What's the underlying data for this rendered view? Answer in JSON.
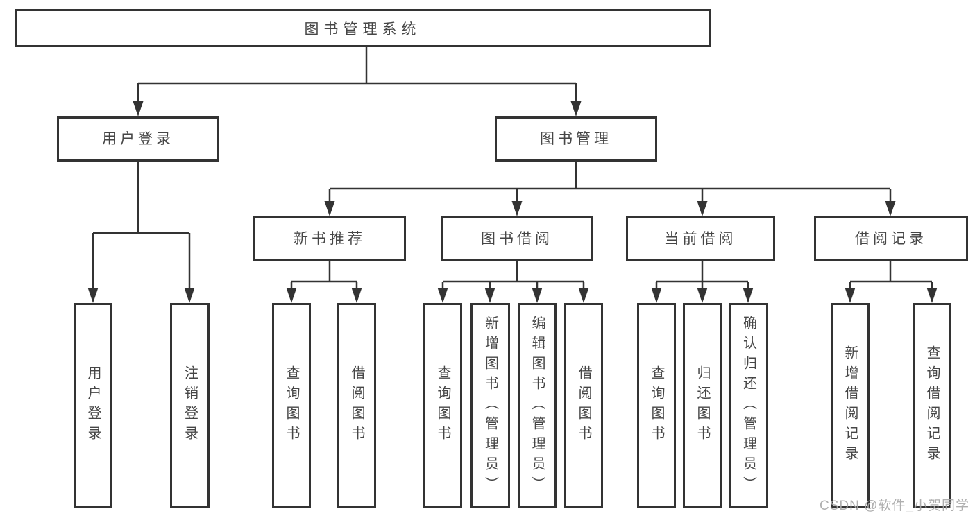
{
  "root": "图书管理系统",
  "level2": {
    "user_login": "用户登录",
    "book_management": "图书管理"
  },
  "level3": {
    "new_book_recommend": "新书推荐",
    "book_borrow": "图书借阅",
    "current_borrow": "当前借阅",
    "borrow_records": "借阅记录"
  },
  "leaves": {
    "user_login": [
      "用户登录",
      "注销登录"
    ],
    "new_book_recommend": [
      "查询图书",
      "借阅图书"
    ],
    "book_borrow": [
      "查询图书",
      "新增图书（管理员）",
      "编辑图书（管理员）",
      "借阅图书"
    ],
    "current_borrow": [
      "查询图书",
      "归还图书",
      "确认归还（管理员）"
    ],
    "borrow_records": [
      "新增借阅记录",
      "查询借阅记录"
    ]
  },
  "watermark": "CSDN @软件_小贺同学",
  "colors": {
    "line": "#333333",
    "text": "#464646",
    "watermark": "#a8a8a8",
    "background": "#ffffff"
  }
}
